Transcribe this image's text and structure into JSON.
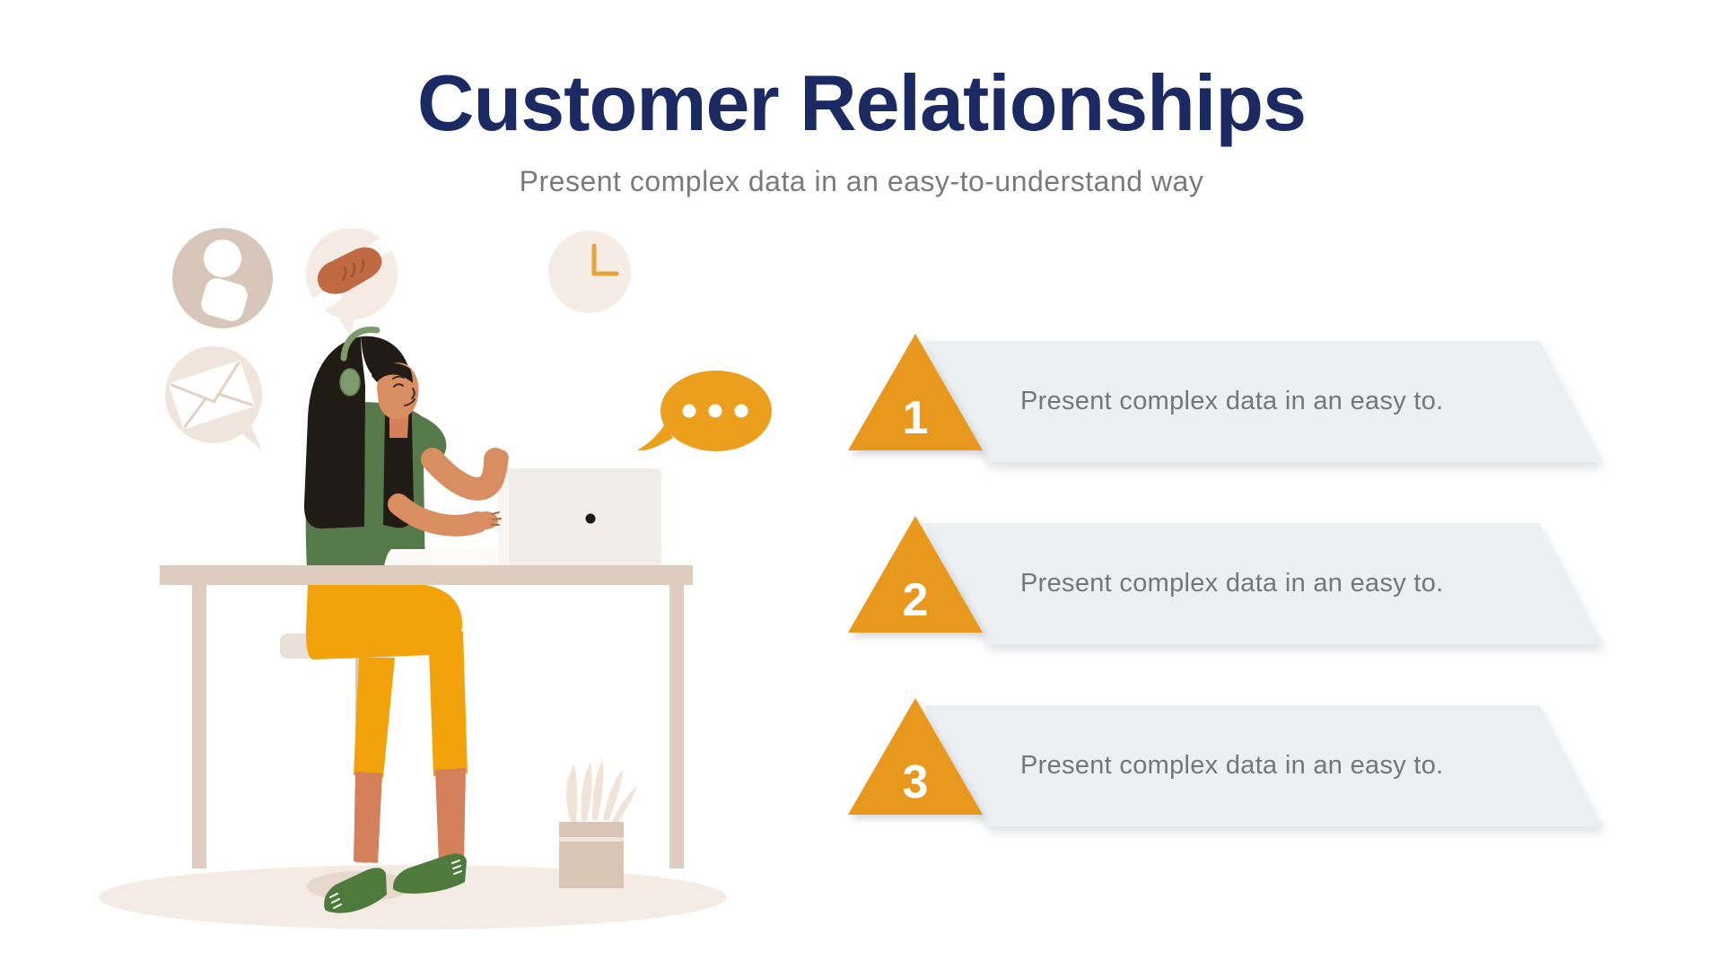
{
  "slide": {
    "title": "Customer Relationships",
    "subtitle": "Present complex data in an easy-to-understand way"
  },
  "steps": [
    {
      "number": "1",
      "text": "Present complex data in an easy to."
    },
    {
      "number": "2",
      "text": "Present complex data in an easy to."
    },
    {
      "number": "3",
      "text": "Present complex data in an easy to."
    }
  ],
  "illustration": {
    "subject": "customer-support-agent-at-desk-with-laptop",
    "icons": [
      {
        "name": "user-profile-icon"
      },
      {
        "name": "handshake-icon"
      },
      {
        "name": "clock-icon"
      },
      {
        "name": "envelope-icon"
      },
      {
        "name": "chat-dots-icon"
      }
    ]
  },
  "colors": {
    "title_navy": "#1B2A63",
    "subtitle_gray": "#7A7A7C",
    "step_text_gray": "#76767A",
    "triangle_orange": "#E8991D",
    "banner_gray": "#EDF0F3",
    "bubble_orange": "#EC9F1D",
    "pants_orange": "#F2A30B",
    "shirt_green": "#567949",
    "beige": "#DECDBE"
  }
}
